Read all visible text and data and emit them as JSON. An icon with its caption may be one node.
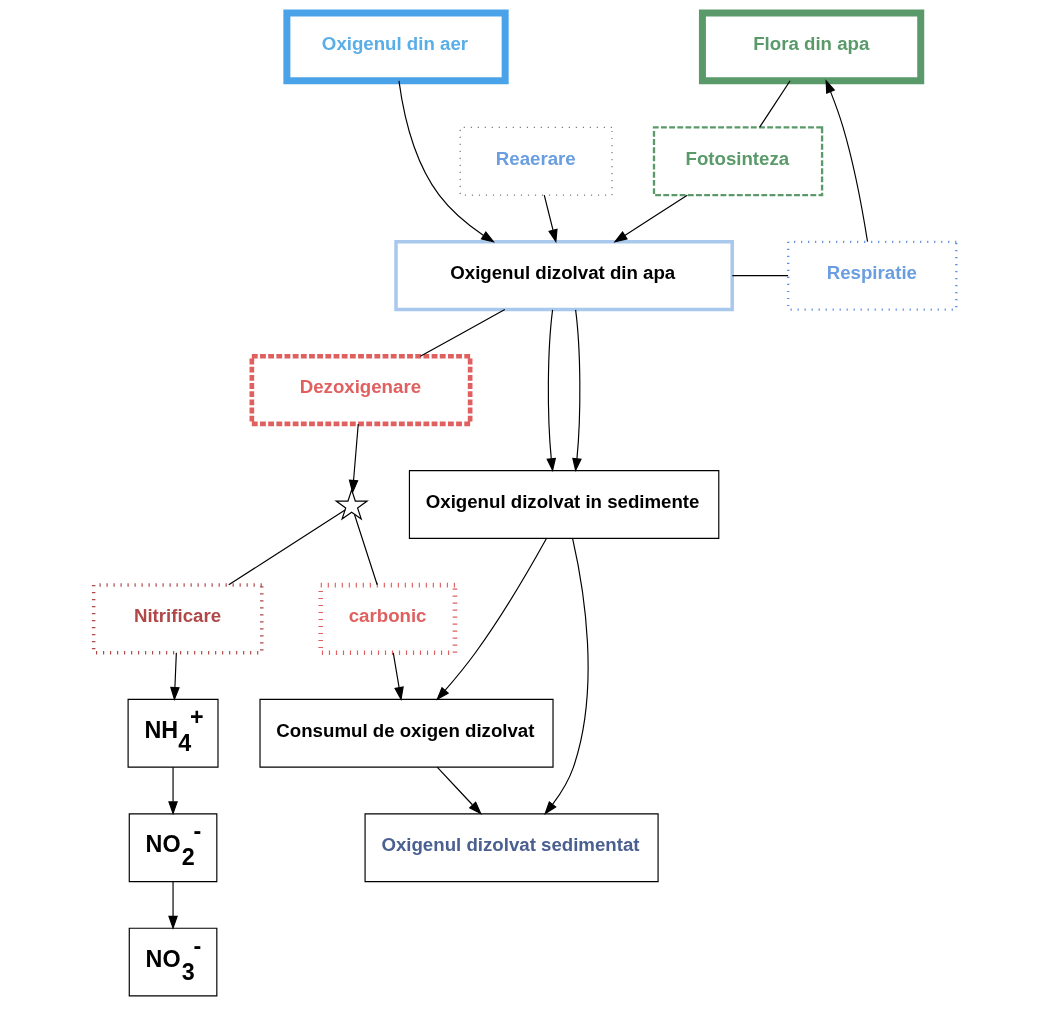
{
  "diagram": {
    "nodes": [
      {
        "text": [
          "Oxigenul din aer"
        ]
      },
      {
        "text": [
          "Flora din apa"
        ]
      },
      {
        "text": [
          "Reaerare"
        ]
      },
      {
        "text": [
          "Fotosinteza"
        ]
      },
      {
        "text": [
          "Respiratie"
        ]
      },
      {
        "text": [
          "Oxigenul dizolvat din apa"
        ]
      },
      {
        "text": [
          "Dezoxigenare"
        ]
      },
      {
        "text": [
          "Oxigenul dizolvat in sedimente"
        ]
      },
      {
        "text": [],
        "shape": "star"
      },
      {
        "text": [
          "Nitrificare"
        ]
      },
      {
        "text": [
          "carbonic"
        ]
      },
      {
        "text": [
          "NH$_{4}$$^{+}$"
        ]
      },
      {
        "text": [
          "Consumul de oxigen dizolvat"
        ]
      },
      {
        "text": [
          "NO$_{2}$$^{-}$"
        ]
      },
      {
        "text": [
          "Oxigenul dizolvat sedimentat"
        ]
      },
      {
        "text": [
          "NO$_{3}$$^{-}$"
        ]
      }
    ],
    "edges": [
      {
        "from": 0,
        "to": 5,
        "arrow": "to"
      },
      {
        "from": 2,
        "to": 5,
        "arrow": "to"
      },
      {
        "from": 1,
        "to": 3,
        "arrow": "none"
      },
      {
        "from": 3,
        "to": 5,
        "arrow": "to"
      },
      {
        "from": 4,
        "to": 1,
        "arrow": "to"
      },
      {
        "from": 5,
        "to": 4,
        "arrow": "none"
      },
      {
        "from": 5,
        "to": 7,
        "arrow": "to"
      },
      {
        "from": 5,
        "to": 7,
        "arrow": "to"
      },
      {
        "from": 5,
        "to": 6,
        "arrow": "none"
      },
      {
        "from": 6,
        "to": 8,
        "arrow": "to"
      },
      {
        "from": 8,
        "to": 9,
        "arrow": "none"
      },
      {
        "from": 9,
        "to": 11,
        "arrow": "to"
      },
      {
        "from": 8,
        "to": 10,
        "arrow": "none"
      },
      {
        "from": 10,
        "to": 12,
        "arrow": "to"
      },
      {
        "from": 7,
        "to": 12,
        "arrow": "to"
      },
      {
        "from": 7,
        "to": 14,
        "arrow": "to"
      },
      {
        "from": 12,
        "to": 14,
        "arrow": "to"
      },
      {
        "from": 11,
        "to": 13,
        "arrow": "to"
      },
      {
        "from": 13,
        "to": 15,
        "arrow": "to"
      }
    ]
  }
}
